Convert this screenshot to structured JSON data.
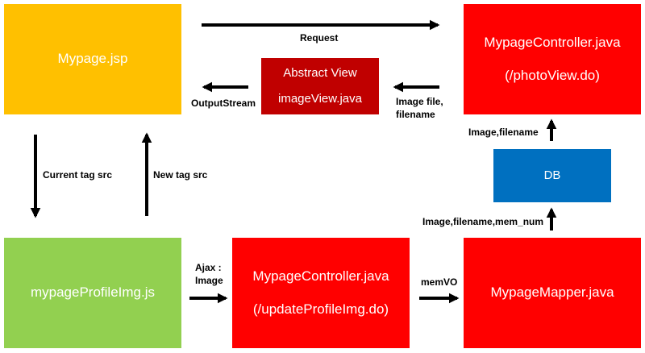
{
  "boxes": {
    "mypage_jsp": {
      "label": "Mypage.jsp",
      "color": "#FFC000"
    },
    "photo_controller": {
      "label": "MypageController.java",
      "sublabel": "(/photoView.do)",
      "color": "#FF0000"
    },
    "abstract_view": {
      "label": "Abstract View",
      "sublabel": "imageView.java",
      "color": "#C00000"
    },
    "db": {
      "label": "DB",
      "color": "#0070C0"
    },
    "profile_js": {
      "label": "mypageProfileImg.js",
      "color": "#92D050"
    },
    "update_controller": {
      "label": "MypageController.java",
      "sublabel": "(/updateProfileImg.do)",
      "color": "#FF0000"
    },
    "mapper": {
      "label": "MypageMapper.java",
      "color": "#FF0000"
    }
  },
  "edge_labels": {
    "request": "Request",
    "output_stream": "OutputStream",
    "image_file_line1": "Image file,",
    "image_file_line2": "filename",
    "image_filename": "Image,filename",
    "image_filename_memnum": "Image,filename,mem_num",
    "current_tag_src": "Current tag src",
    "new_tag_src": "New tag src",
    "ajax_line1": "Ajax :",
    "ajax_line2": "Image",
    "memvo": "memVO"
  }
}
